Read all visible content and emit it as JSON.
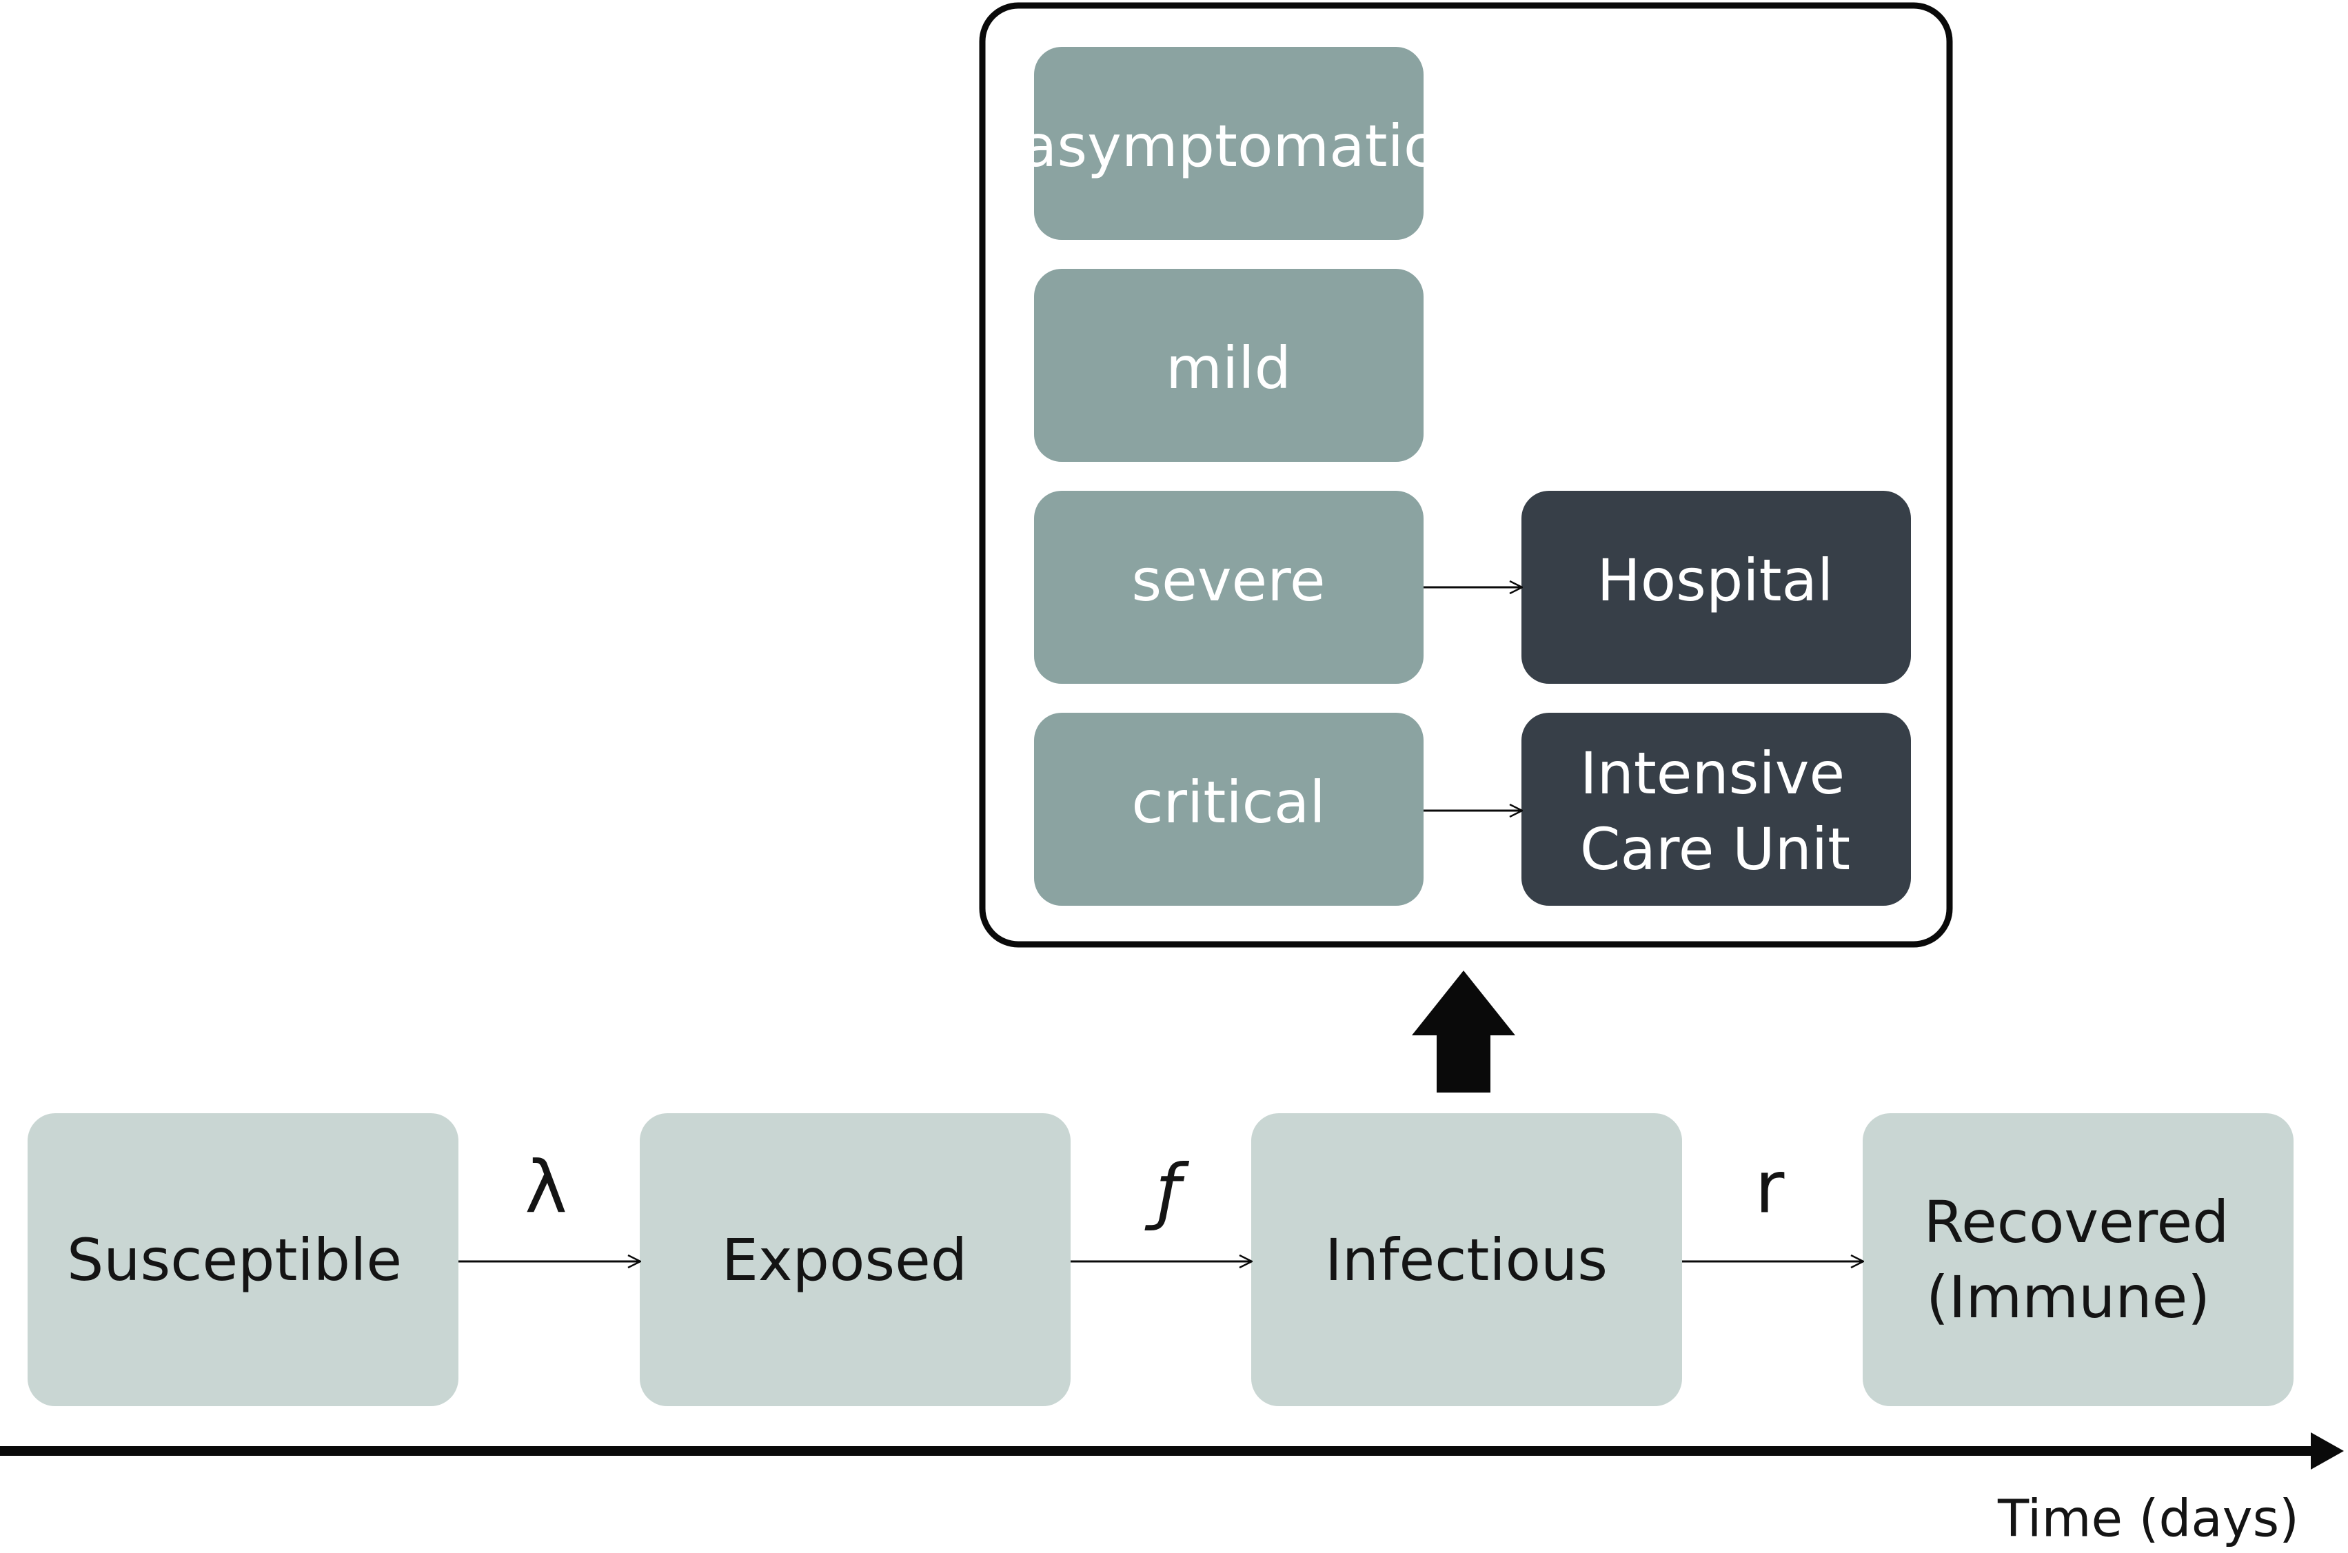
{
  "diagram": {
    "compartments": {
      "susceptible": {
        "label": "Susceptible"
      },
      "exposed": {
        "label": "Exposed"
      },
      "infectious": {
        "label": "Infectious"
      },
      "recovered": {
        "line1": "Recovered",
        "line2": "(Immune)"
      }
    },
    "rates": {
      "lambda": "λ",
      "f": "ƒ",
      "r": "r"
    },
    "severity": {
      "asymptomatic": "asymptomatic",
      "mild": "mild",
      "severe": "severe",
      "critical": "critical"
    },
    "care": {
      "hospital": "Hospital",
      "icu_line1": "Intensive",
      "icu_line2": "Care Unit"
    },
    "axis": {
      "label": "Time (days)"
    },
    "colors": {
      "compartment_fill": "#c9d6d3",
      "severity_fill": "#8ba3a1",
      "care_fill": "#373f48",
      "stroke": "#0a0a0a"
    }
  }
}
